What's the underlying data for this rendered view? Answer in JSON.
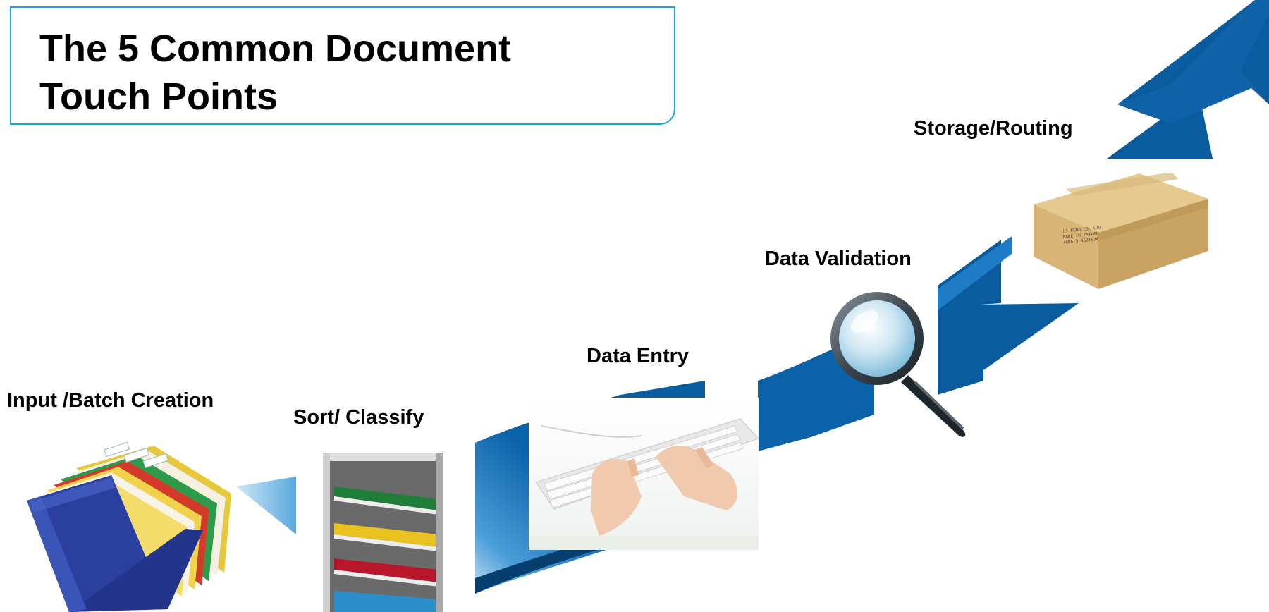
{
  "title": {
    "text": "The 5 Common Document\nTouch Points"
  },
  "stages": [
    {
      "label": "Input /Batch Creation",
      "icon": "file-folder-icon"
    },
    {
      "label": "Sort/ Classify",
      "icon": "sorter-shelf-icon"
    },
    {
      "label": "Data Entry",
      "icon": "keyboard-typing-icon"
    },
    {
      "label": "Data Validation",
      "icon": "magnifying-glass-icon"
    },
    {
      "label": "Storage/Routing",
      "icon": "cardboard-box-icon"
    }
  ],
  "colors": {
    "arrow_dark": "#0a5c9e",
    "arrow_mid": "#1e7cc6",
    "arrow_light": "#8cc3ea",
    "title_border": "#1aa6d6"
  }
}
